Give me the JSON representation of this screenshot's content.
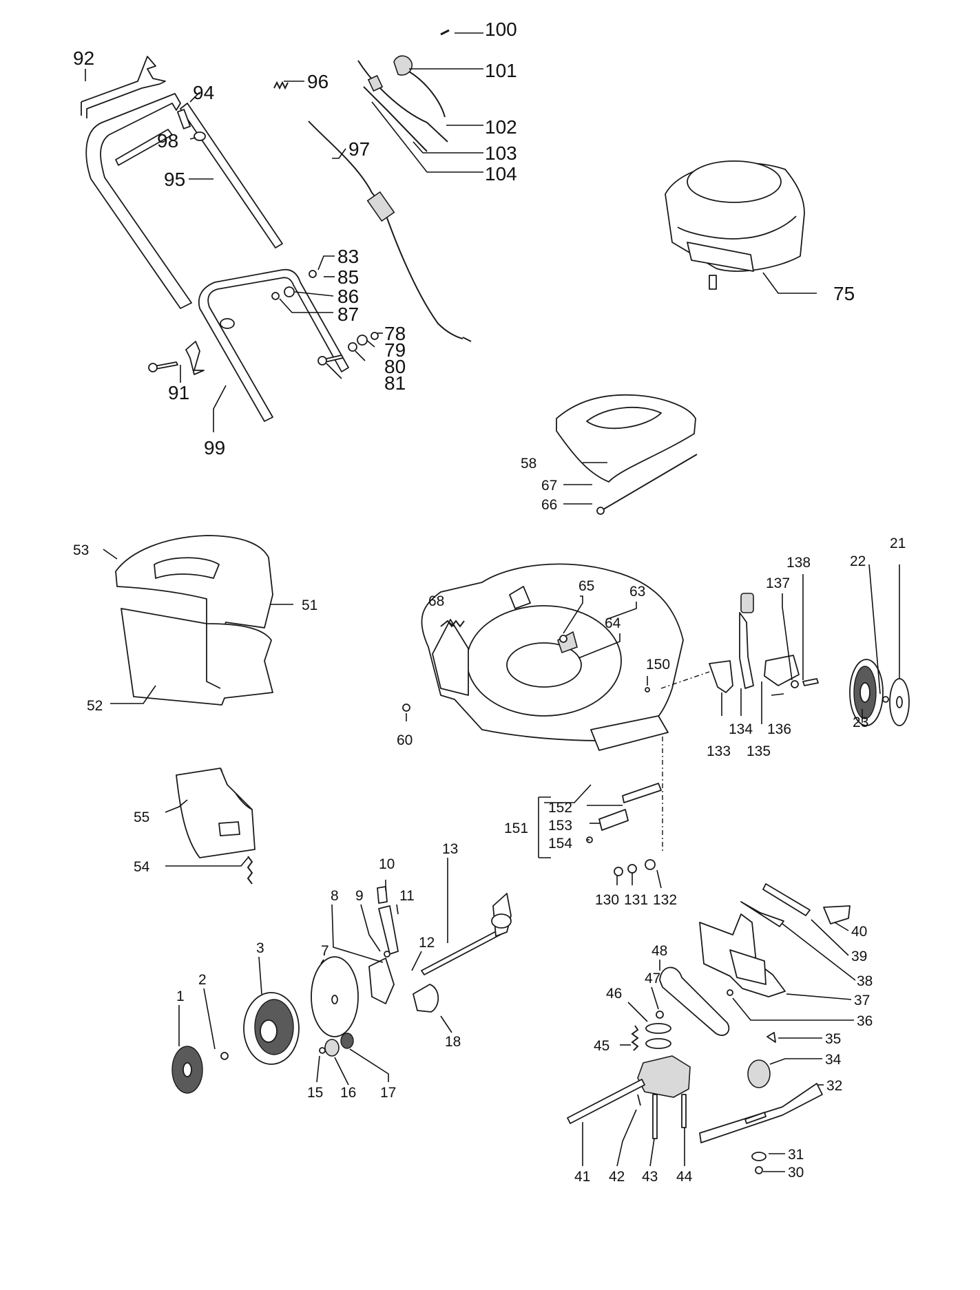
{
  "labels": {
    "p100": "100",
    "p101": "101",
    "p102": "102",
    "p103": "103",
    "p104": "104",
    "p92": "92",
    "p94": "94",
    "p96": "96",
    "p97": "97",
    "p98": "98",
    "p95": "95",
    "p83": "83",
    "p85": "85",
    "p86": "86",
    "p87": "87",
    "p78": "78",
    "p79": "79",
    "p80": "80",
    "p81": "81",
    "p91": "91",
    "p99": "99",
    "p75": "75",
    "p58": "58",
    "p67": "67",
    "p66": "66",
    "p53": "53",
    "p51": "51",
    "p52": "52",
    "p68": "68",
    "p65": "65",
    "p63": "63",
    "p64": "64",
    "p150": "150",
    "p60": "60",
    "p138": "138",
    "p137": "137",
    "p22": "22",
    "p21": "21",
    "p23": "23",
    "p133": "133",
    "p134": "134",
    "p135": "135",
    "p136": "136",
    "p55": "55",
    "p54": "54",
    "p151": "151",
    "p152": "152",
    "p153": "153",
    "p154": "154",
    "p130": "130",
    "p131": "131",
    "p132": "132",
    "p10": "10",
    "p13": "13",
    "p8": "8",
    "p9": "9",
    "p11": "11",
    "p12": "12",
    "p7": "7",
    "p3": "3",
    "p2": "2",
    "p1": "1",
    "p18": "18",
    "p15": "15",
    "p16": "16",
    "p17": "17",
    "p40": "40",
    "p39": "39",
    "p38": "38",
    "p37": "37",
    "p36": "36",
    "p48": "48",
    "p47": "47",
    "p46": "46",
    "p45": "45",
    "p35": "35",
    "p34": "34",
    "p32": "32",
    "p41": "41",
    "p42": "42",
    "p43": "43",
    "p44": "44",
    "p31": "31",
    "p30": "30"
  }
}
